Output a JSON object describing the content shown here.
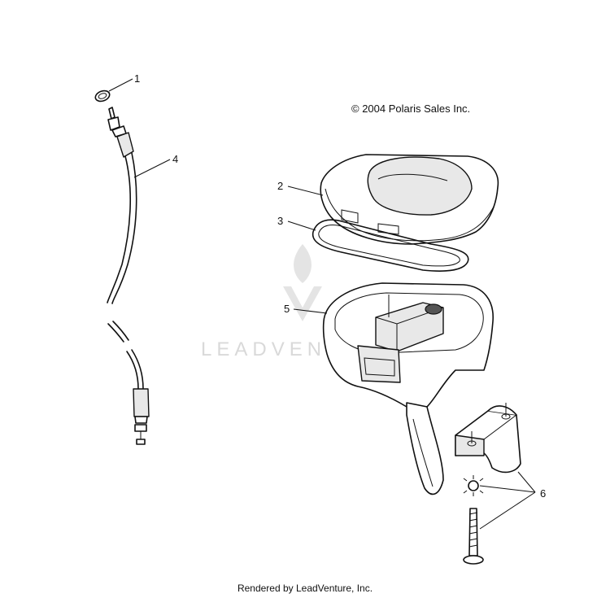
{
  "copyright": "© 2004 Polaris Sales Inc.",
  "footer": "Rendered by LeadVenture, Inc.",
  "watermark": "LEADVENTURE",
  "callouts": {
    "c1": "1",
    "c2": "2",
    "c3": "3",
    "c4": "4",
    "c5": "5",
    "c6": "6"
  }
}
